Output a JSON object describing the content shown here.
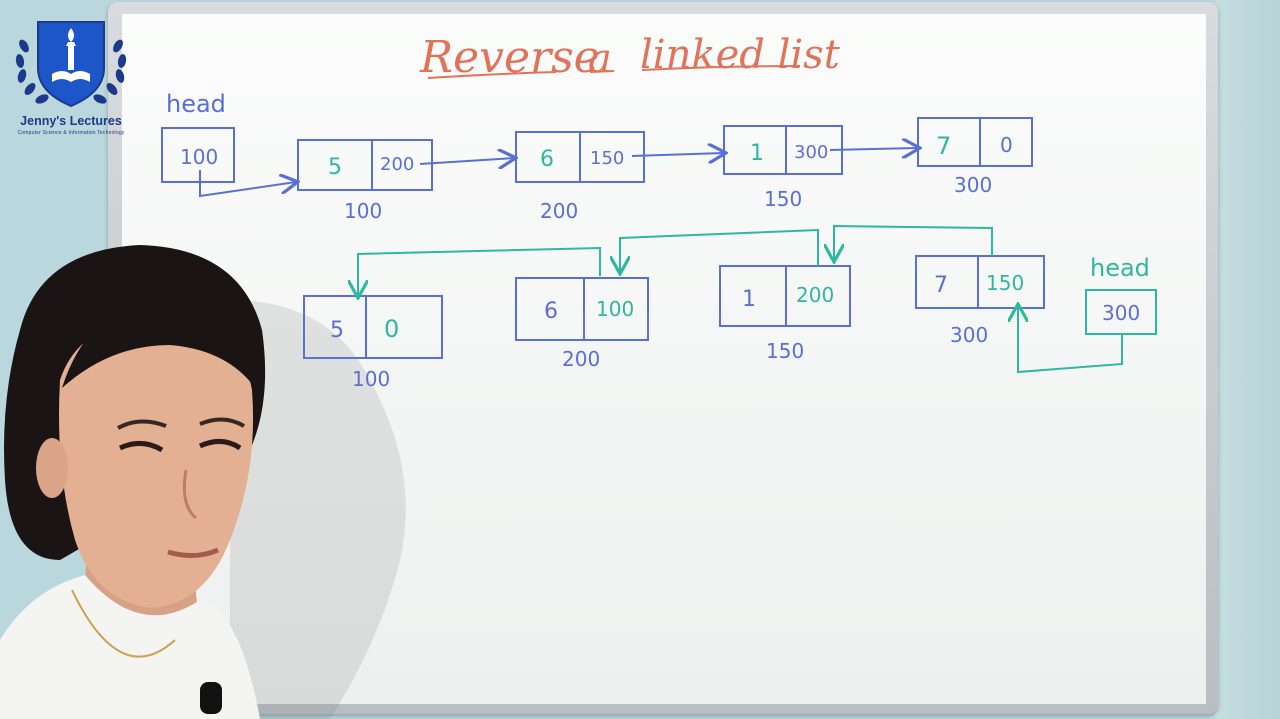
{
  "logo": {
    "name": "Jenny's Lectures",
    "tagline": "Computer Science & Information Technology"
  },
  "board": {
    "title_word1": "Reverse",
    "title_word2": "a",
    "title_word3": "linked list",
    "head_label_top": "head",
    "head_value_top": "100",
    "head_label_bottom": "head",
    "head_value_bottom": "300"
  },
  "original_list": [
    {
      "data": "5",
      "next": "200",
      "address": "100"
    },
    {
      "data": "6",
      "next": "150",
      "address": "200"
    },
    {
      "data": "1",
      "next": "300",
      "address": "150"
    },
    {
      "data": "7",
      "next": "0",
      "address": "300"
    }
  ],
  "reversed_list": [
    {
      "data": "5",
      "next": "0",
      "address": "100"
    },
    {
      "data": "6",
      "next": "100",
      "address": "200"
    },
    {
      "data": "1",
      "next": "200",
      "address": "150"
    },
    {
      "data": "7",
      "next": "150",
      "address": "300"
    }
  ],
  "colors": {
    "marker_blue": "#5a6fd6",
    "marker_green": "#2fb7a0",
    "marker_red": "#e0735a",
    "logo_blue": "#1d3a8a"
  }
}
